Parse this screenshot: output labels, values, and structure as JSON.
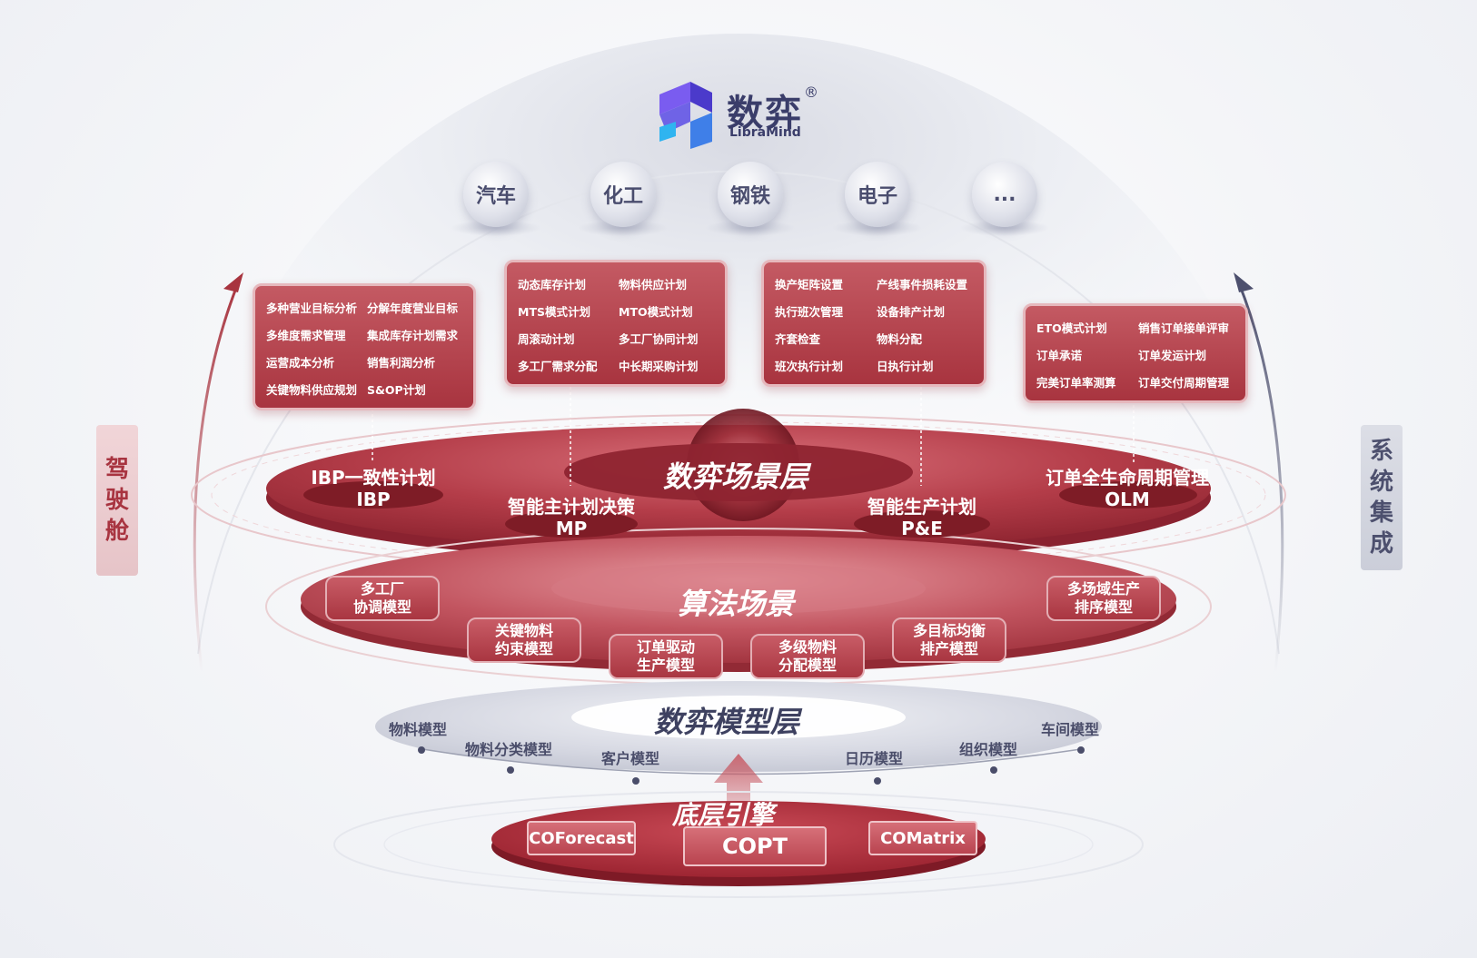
{
  "brand": {
    "name_cn": "数弈",
    "name_en": "LibraMind",
    "registered": "®"
  },
  "industries": [
    "汽车",
    "化工",
    "钢铁",
    "电子",
    "..."
  ],
  "side_tags": {
    "left": [
      "驾",
      "驶",
      "舱"
    ],
    "right": [
      "系",
      "统",
      "集",
      "成"
    ]
  },
  "cards": [
    {
      "items": [
        "多种营业目标分析",
        "分解年度营业目标",
        "多维度需求管理",
        "集成库存计划需求",
        "运营成本分析",
        "销售利润分析",
        "关键物料供应规划",
        "S&OP计划"
      ]
    },
    {
      "items": [
        "动态库存计划",
        "物料供应计划",
        "MTS模式计划",
        "MTO模式计划",
        "周滚动计划",
        "多工厂协同计划",
        "多工厂需求分配",
        "中长期采购计划"
      ]
    },
    {
      "items": [
        "换产矩阵设置",
        "产线事件损耗设置",
        "执行班次管理",
        "设备排产计划",
        "齐套检查",
        "物料分配",
        "班次执行计划",
        "日执行计划"
      ]
    },
    {
      "items": [
        "ETO模式计划",
        "销售订单接单评审",
        "订单承诺",
        "订单发运计划",
        "完美订单率测算",
        "订单交付周期管理"
      ]
    }
  ],
  "scene_layer": {
    "title": "数弈场景层",
    "items": [
      {
        "title": "IBP一致性计划",
        "code": "IBP"
      },
      {
        "title": "智能主计划决策",
        "code": "MP"
      },
      {
        "title": "智能生产计划",
        "code": "P&E"
      },
      {
        "title": "订单全生命周期管理",
        "code": "OLM"
      }
    ]
  },
  "algorithm_layer": {
    "title": "算法场景",
    "models": [
      {
        "l1": "多工厂",
        "l2": "协调模型"
      },
      {
        "l1": "关键物料",
        "l2": "约束模型"
      },
      {
        "l1": "订单驱动",
        "l2": "生产模型"
      },
      {
        "l1": "多级物料",
        "l2": "分配模型"
      },
      {
        "l1": "多目标均衡",
        "l2": "排产模型"
      },
      {
        "l1": "多场域生产",
        "l2": "排序模型"
      }
    ]
  },
  "model_layer": {
    "title": "数弈模型层",
    "models": [
      "物料模型",
      "物料分类模型",
      "客户模型",
      "日历模型",
      "组织模型",
      "车间模型"
    ]
  },
  "engine_layer": {
    "title": "底层引擎",
    "engines": [
      "COForecast",
      "COPT",
      "COMatrix"
    ]
  },
  "colors": {
    "primary_red": "#a8343f",
    "dark_navy": "#3a3d6a",
    "light_grey": "#dfe1ea"
  }
}
